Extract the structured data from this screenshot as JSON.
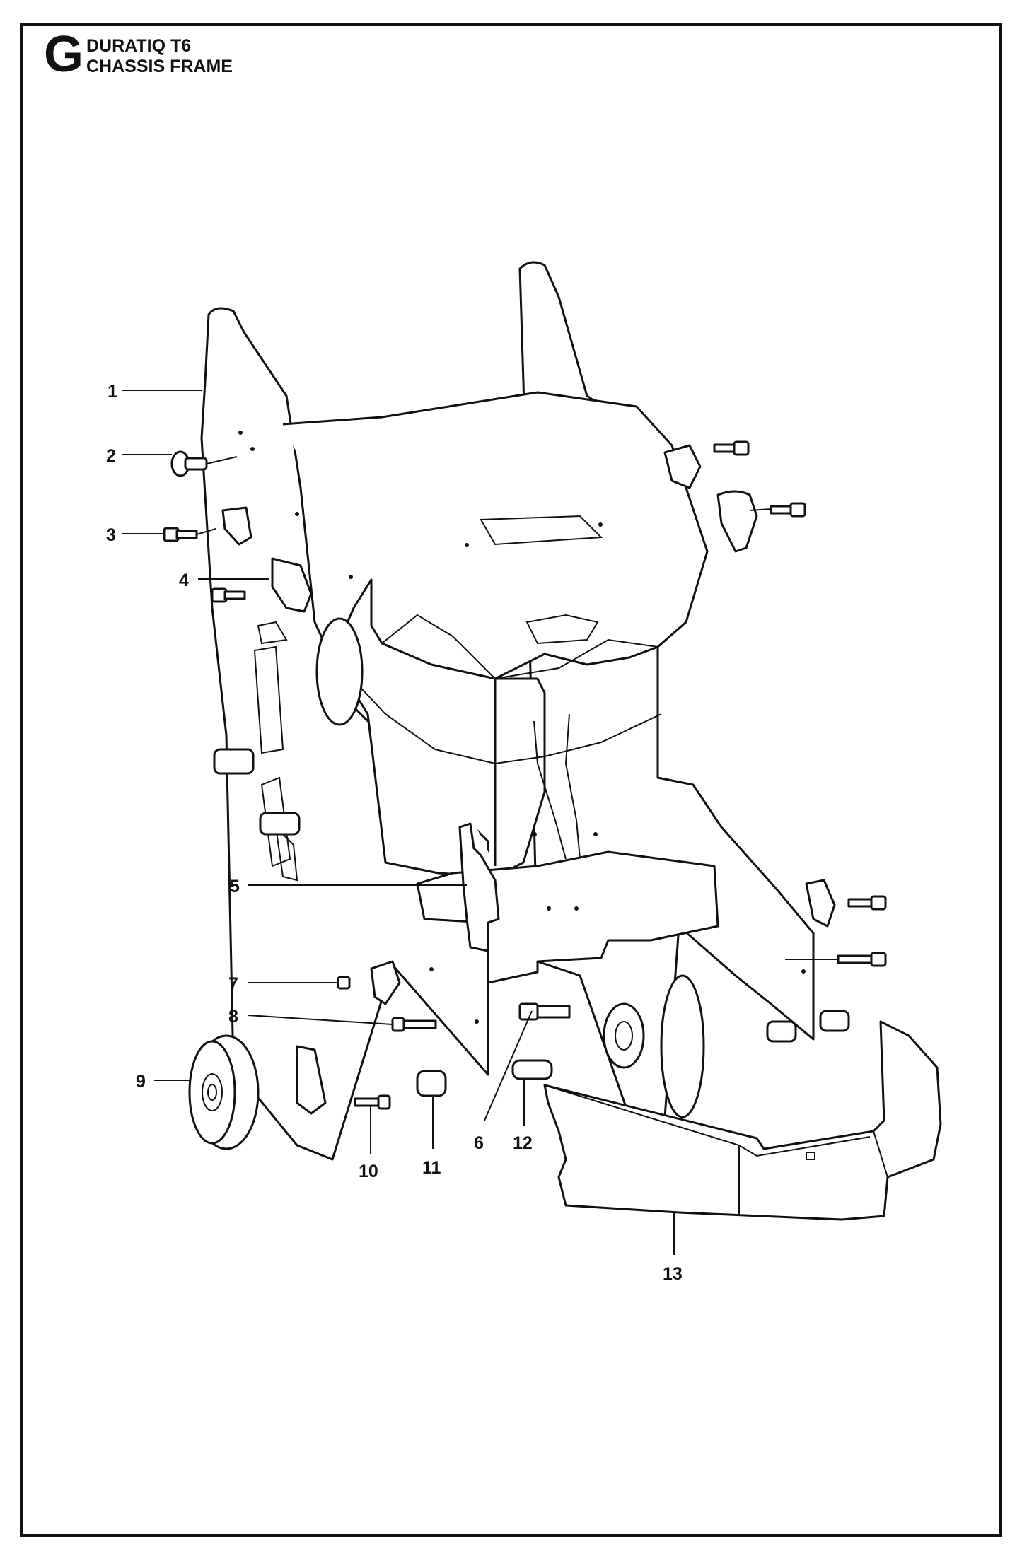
{
  "header": {
    "section_letter": "G",
    "model": "DURATIQ T6",
    "title": "CHASSIS FRAME"
  },
  "callouts": [
    "1",
    "2",
    "3",
    "4",
    "5",
    "6",
    "7",
    "8",
    "9",
    "10",
    "11",
    "12",
    "13"
  ]
}
